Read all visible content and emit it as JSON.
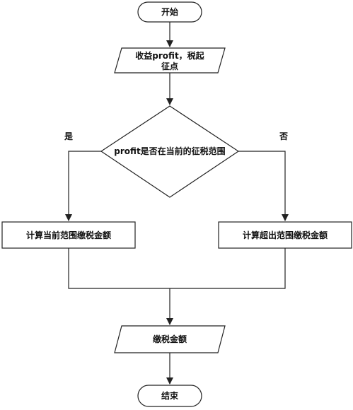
{
  "nodes": {
    "start": "开始",
    "input_line1": "收益profit，税起",
    "input_line2": "征点",
    "decision": "profit是否在当前的征税范围",
    "calc_current": "计算当前范围缴税金额",
    "calc_excess": "计算超出范围缴税金额",
    "output": "缴税金额",
    "end": "结束"
  },
  "edges": {
    "yes": "是",
    "no": "否"
  }
}
